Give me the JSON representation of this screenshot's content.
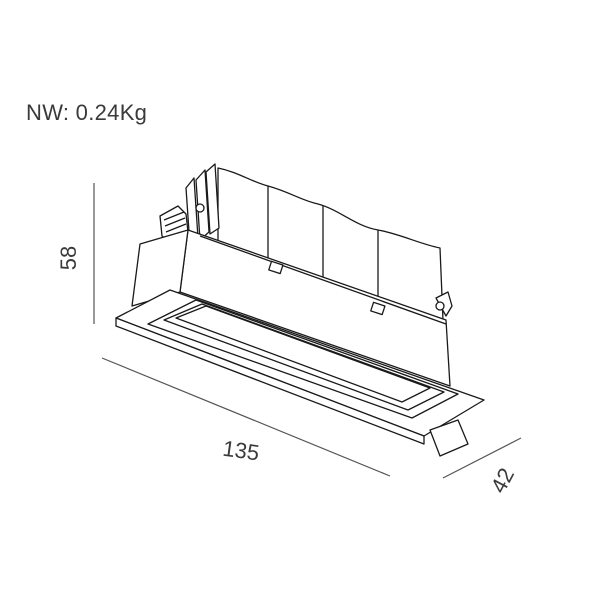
{
  "header": {
    "weight_label": "NW: 0.24Kg"
  },
  "dimensions": {
    "height": "58",
    "length": "135",
    "depth": "42"
  },
  "colors": {
    "line": "#1a1a1a",
    "dimension_line": "#555555",
    "text": "#3a3a3a",
    "background": "#ffffff"
  }
}
